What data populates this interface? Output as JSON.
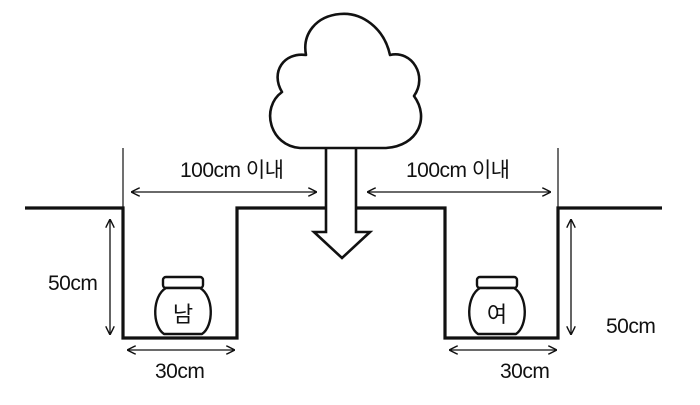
{
  "colors": {
    "line": "#111111",
    "background": "#ffffff"
  },
  "labels": {
    "distance_left": "100cm 이내",
    "distance_right": "100cm 이내",
    "depth_left": "50cm",
    "depth_right": "50cm",
    "width_left": "30cm",
    "width_right": "30cm",
    "jar_left": "남",
    "jar_right": "여"
  }
}
